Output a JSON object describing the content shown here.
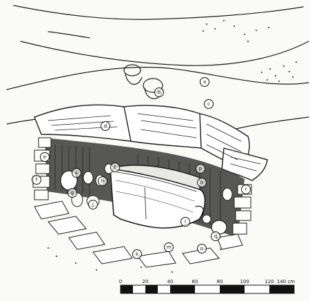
{
  "labels": {
    "a": "a",
    "b": "b",
    "c": "c",
    "d": "d",
    "e": "e",
    "f": "f",
    "g": "g",
    "h": "h",
    "j": "j",
    "k": "k",
    "l": "l",
    "m": "m",
    "n": "n",
    "o": "o",
    "p": "p",
    "q": "q",
    "r": "r",
    "s": "s",
    "t": "t"
  },
  "scale_bar": {
    "ticks": [
      "0",
      "20",
      "40",
      "60",
      "80",
      "100",
      "120",
      "140 cm"
    ]
  }
}
